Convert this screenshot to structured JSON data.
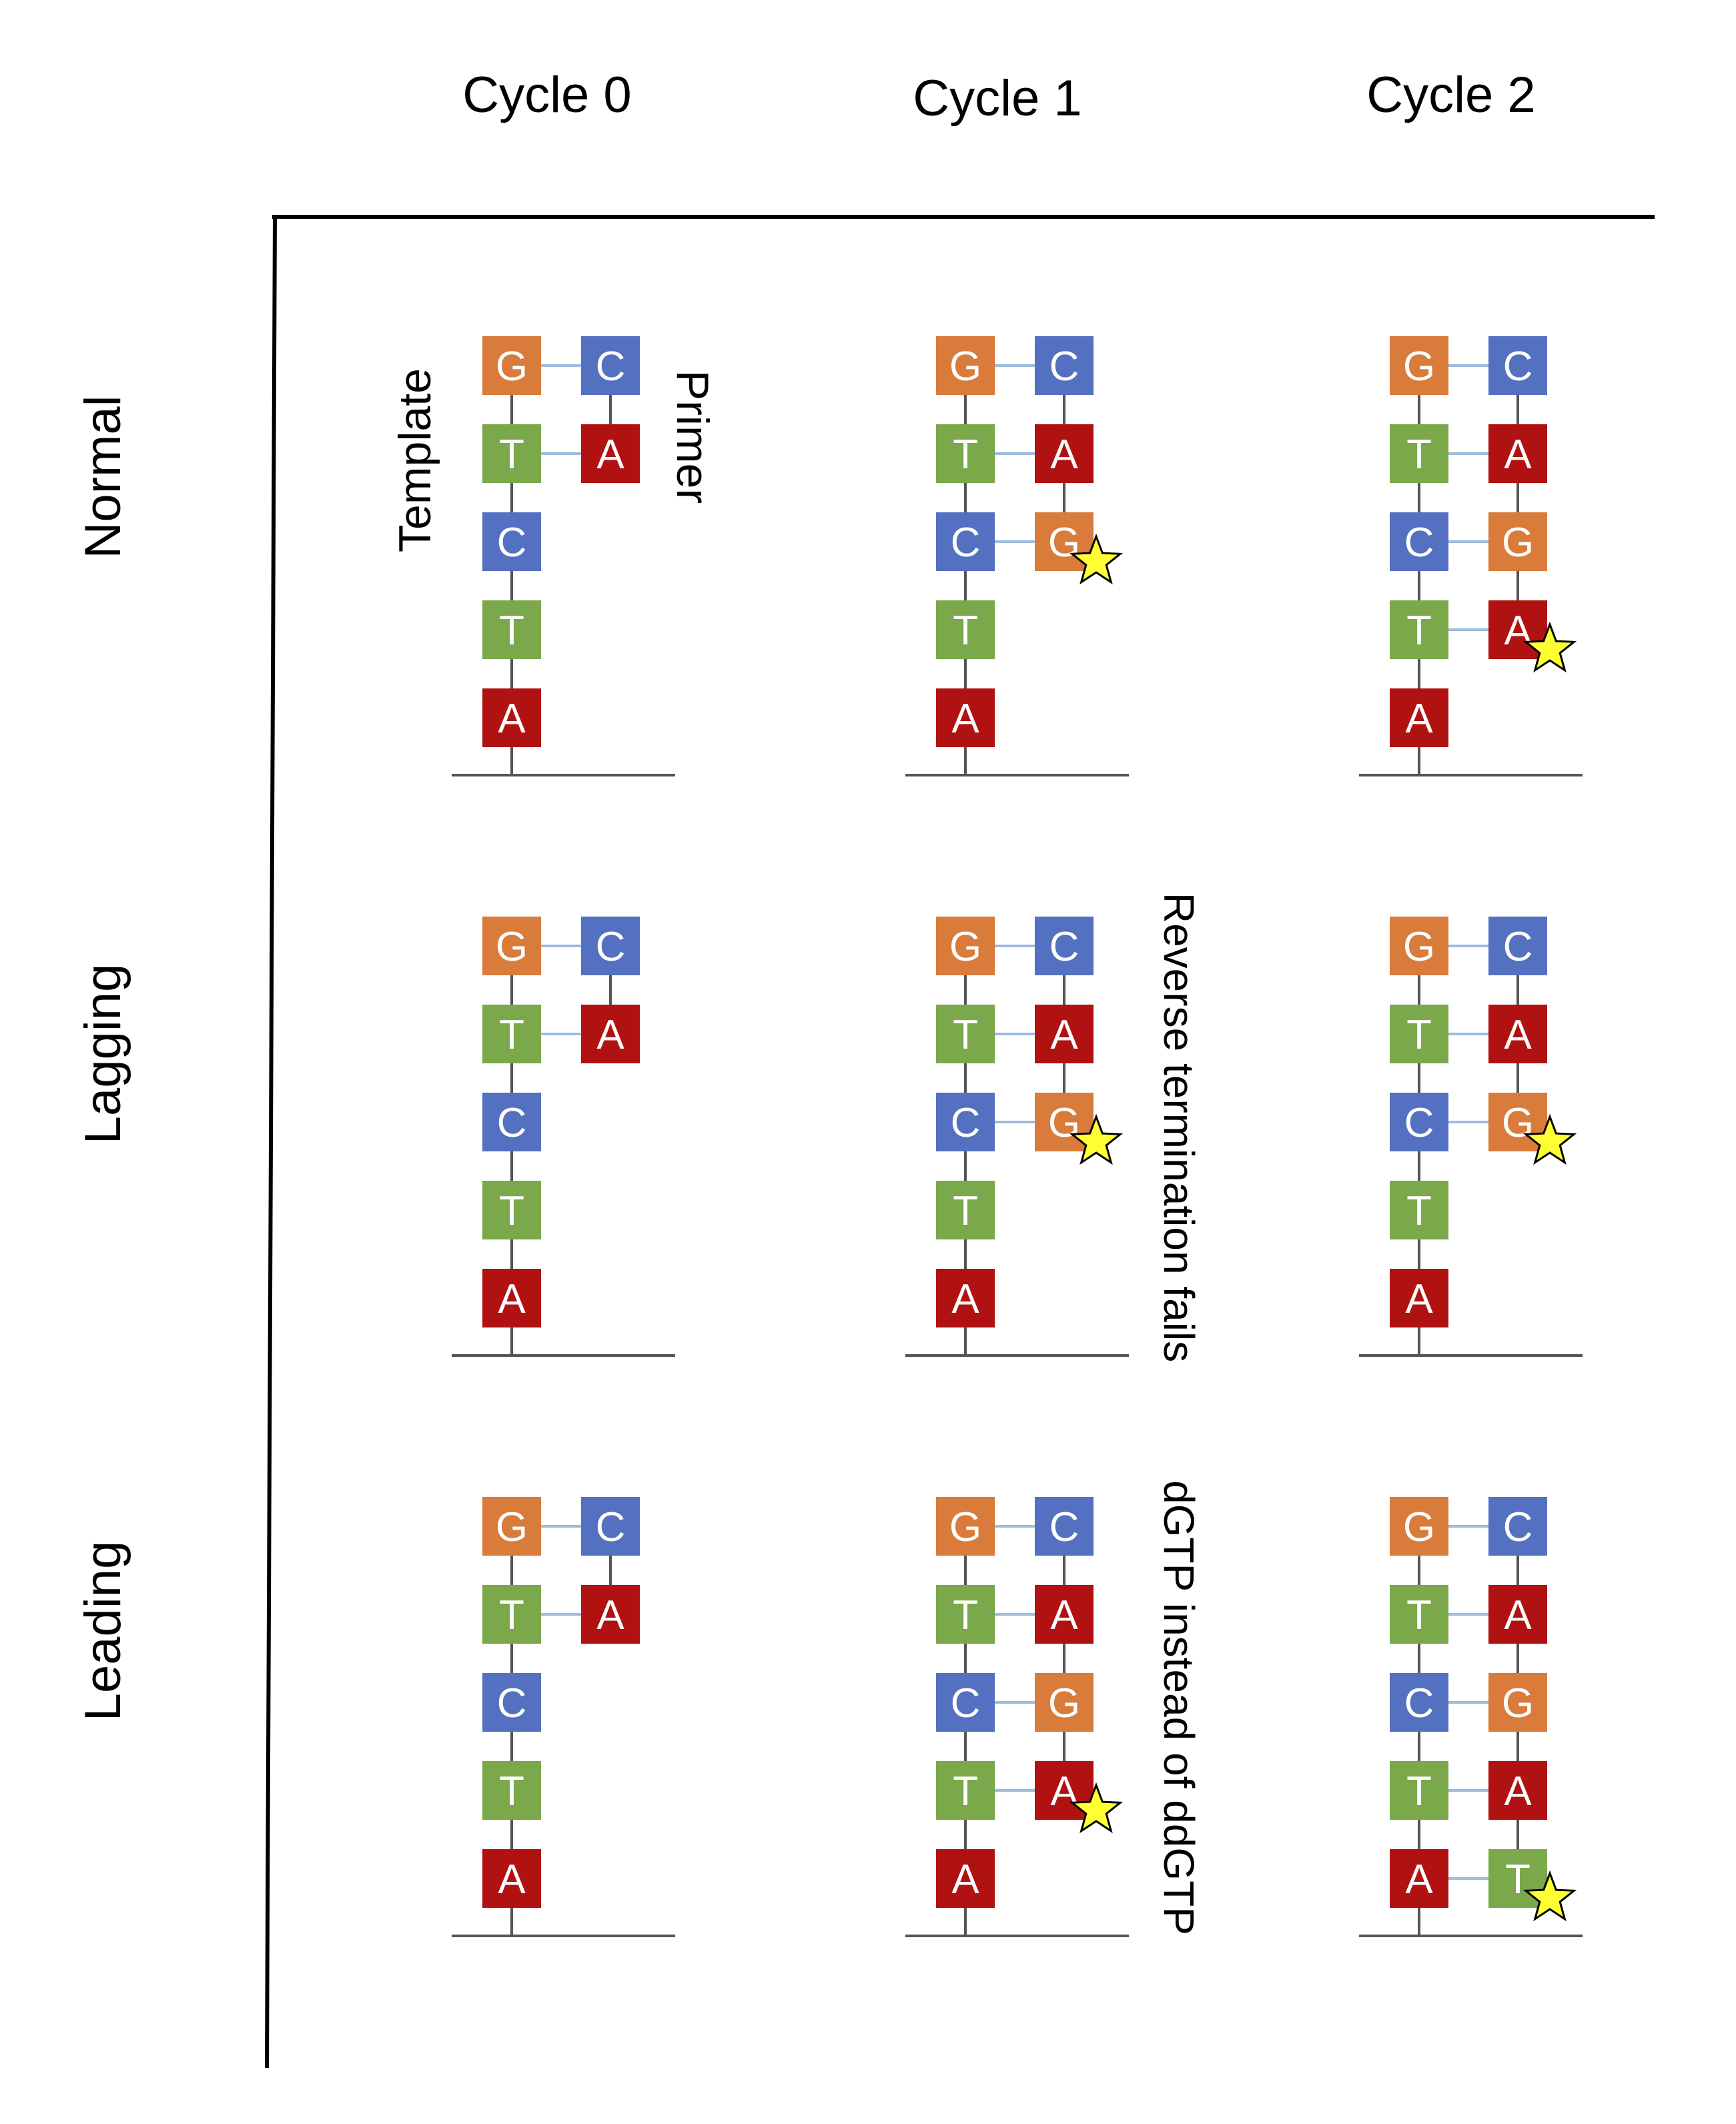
{
  "columns": [
    "Cycle 0",
    "Cycle 1",
    "Cycle 2"
  ],
  "rows": [
    "Normal",
    "Lagging",
    "Leading"
  ],
  "strand_labels": {
    "template": "Template",
    "primer": "Primer"
  },
  "notes": {
    "lagging": "Reverse termination fails",
    "leading": "dGTP instead of ddGTP"
  },
  "colors": {
    "G": "#d97b3a",
    "C": "#5470c0",
    "T": "#7aa84a",
    "A": "#b01212",
    "backbone": "#555555",
    "pair_line": "#9ebbe0",
    "star_fill": "#ffff33",
    "star_stroke": "#000000"
  },
  "template": [
    "G",
    "T",
    "C",
    "T",
    "A"
  ],
  "panels": [
    {
      "row": "Normal",
      "column": "Cycle 0",
      "primer": [
        "C",
        "A"
      ],
      "star_on": null
    },
    {
      "row": "Normal",
      "column": "Cycle 1",
      "primer": [
        "C",
        "A",
        "G"
      ],
      "star_on": 2
    },
    {
      "row": "Normal",
      "column": "Cycle 2",
      "primer": [
        "C",
        "A",
        "G",
        "A"
      ],
      "star_on": 3
    },
    {
      "row": "Lagging",
      "column": "Cycle 0",
      "primer": [
        "C",
        "A"
      ],
      "star_on": null
    },
    {
      "row": "Lagging",
      "column": "Cycle 1",
      "primer": [
        "C",
        "A",
        "G"
      ],
      "star_on": 2
    },
    {
      "row": "Lagging",
      "column": "Cycle 2",
      "primer": [
        "C",
        "A",
        "G"
      ],
      "star_on": 2
    },
    {
      "row": "Leading",
      "column": "Cycle 0",
      "primer": [
        "C",
        "A"
      ],
      "star_on": null
    },
    {
      "row": "Leading",
      "column": "Cycle 1",
      "primer": [
        "C",
        "A",
        "G",
        "A"
      ],
      "star_on": 3
    },
    {
      "row": "Leading",
      "column": "Cycle 2",
      "primer": [
        "C",
        "A",
        "G",
        "A",
        "T"
      ],
      "star_on": 4
    }
  ]
}
